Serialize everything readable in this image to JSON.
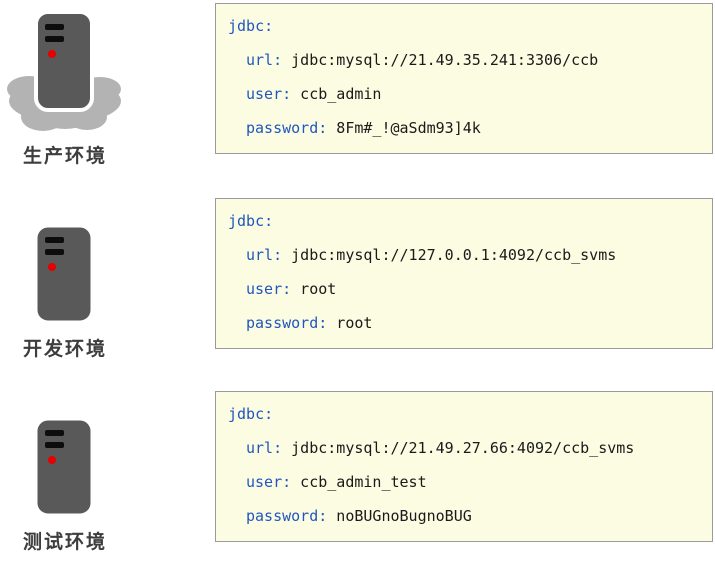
{
  "environments": [
    {
      "label": "生产环境",
      "icon": "server-with-cloud"
    },
    {
      "label": "开发环境",
      "icon": "server"
    },
    {
      "label": "测试环境",
      "icon": "server"
    }
  ],
  "configs": [
    {
      "lines": [
        {
          "key": "jdbc:",
          "value": ""
        },
        {
          "key": "url:",
          "value": " jdbc:mysql://21.49.35.241:3306/ccb"
        },
        {
          "key": "user:",
          "value": " ccb_admin"
        },
        {
          "key": "password:",
          "value": " 8Fm#_!@aSdm93]4k"
        }
      ]
    },
    {
      "lines": [
        {
          "key": "jdbc:",
          "value": ""
        },
        {
          "key": "url:",
          "value": " jdbc:mysql://127.0.0.1:4092/ccb_svms"
        },
        {
          "key": "user:",
          "value": " root"
        },
        {
          "key": "password:",
          "value": " root"
        }
      ]
    },
    {
      "lines": [
        {
          "key": "jdbc:",
          "value": ""
        },
        {
          "key": "url:",
          "value": " jdbc:mysql://21.49.27.66:4092/ccb_svms"
        },
        {
          "key": "user:",
          "value": " ccb_admin_test"
        },
        {
          "key": "password:",
          "value": " noBUGnoBugnoBUG"
        }
      ]
    }
  ],
  "colors": {
    "key_color": "#2057be",
    "value_color": "#1a1a1a",
    "box_background": "#fcfce2",
    "box_border": "#9a9a9a",
    "tower_gray": "#595959",
    "cloud_gray": "#b3b3b3",
    "led_red": "#e60000"
  }
}
